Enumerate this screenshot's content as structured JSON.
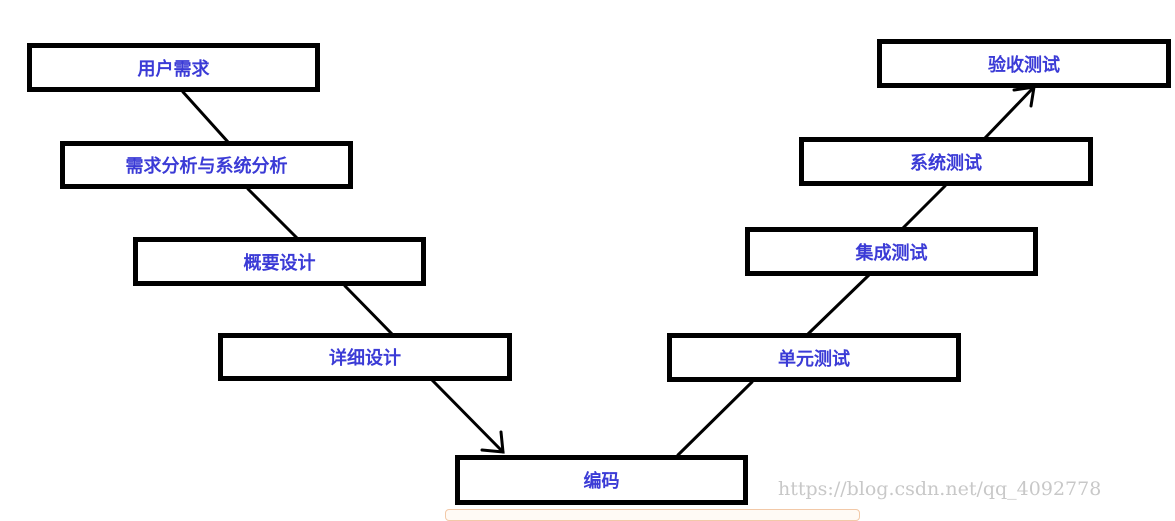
{
  "colors": {
    "box_border": "#000000",
    "label_text": "#3b3bd6",
    "connector": "#000000",
    "watermark_text": "#c8c8c8"
  },
  "stages": {
    "requirements": "用户需求",
    "analysis": "需求分析与系统分析",
    "high_level_design": "概要设计",
    "detailed_design": "详细设计",
    "coding": "编码",
    "unit_test": "单元测试",
    "integration_test": "集成测试",
    "system_test": "系统测试",
    "acceptance_test": "验收测试"
  },
  "watermark": "https://blog.csdn.net/qq_4092778"
}
